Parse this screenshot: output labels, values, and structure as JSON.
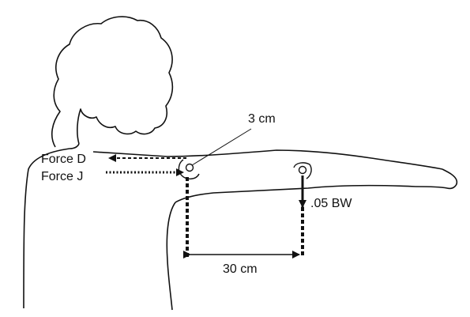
{
  "diagram": {
    "labels": {
      "force_d": "Force D",
      "force_j": "Force J",
      "moment_arm": "3 cm",
      "arm_weight": ".05 BW",
      "distance": "30 cm"
    }
  }
}
